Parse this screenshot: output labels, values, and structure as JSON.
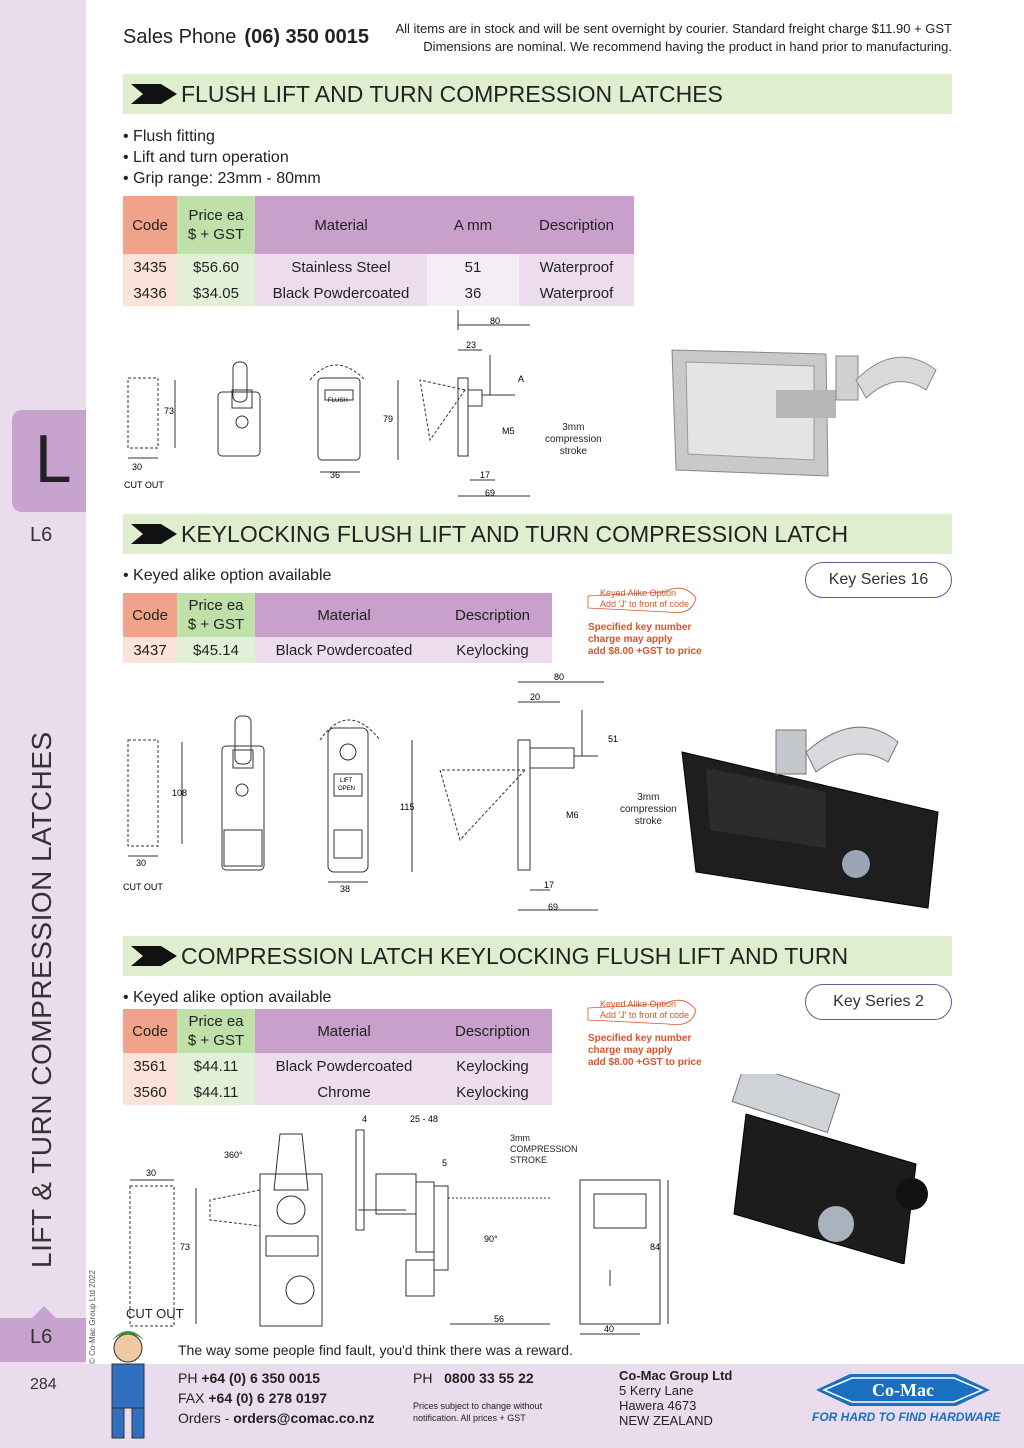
{
  "header": {
    "sales_label": "Sales Phone",
    "sales_phone": "(06) 350 0015",
    "note_line1": "All items are in stock and will be sent overnight by courier. Standard freight charge $11.90 + GST",
    "note_line2": "Dimensions are nominal. We recommend having the product in hand prior to manufacturing."
  },
  "sidebar": {
    "tab_letter": "L",
    "code_top": "L6",
    "vertical_title": "LIFT & TURN COMPRESSION LATCHES",
    "code_bottom": "L6",
    "page_number": "284",
    "copyright": "© Co-Mac Group Ltd 2022"
  },
  "section1": {
    "title": "FLUSH LIFT AND TURN COMPRESSION LATCHES",
    "bullets": [
      "Flush fitting",
      "Lift and turn operation",
      "Grip range: 23mm - 80mm"
    ],
    "table": {
      "headers": [
        "Code",
        "Price ea $ + GST",
        "Material",
        "A mm",
        "Description"
      ],
      "rows": [
        [
          "3435",
          "$56.60",
          "Stainless Steel",
          "51",
          "Waterproof"
        ],
        [
          "3436",
          "$34.05",
          "Black Powdercoated",
          "36",
          "Waterproof"
        ]
      ]
    },
    "drawing": {
      "cutout_label": "CUT OUT",
      "dims": [
        "30",
        "73",
        "36",
        "79",
        "80",
        "23",
        "A",
        "M5",
        "17",
        "69"
      ],
      "stroke_note": [
        "3mm",
        "compression",
        "stroke"
      ],
      "flush_text": "FLUSH"
    }
  },
  "section2": {
    "title": "KEYLOCKING FLUSH LIFT AND TURN COMPRESSION LATCH",
    "bullets": [
      "Keyed alike option available"
    ],
    "key_series": "Key Series 16",
    "key_option": [
      "Keyed Alike Option",
      "Add 'J' to front of code"
    ],
    "key_note": [
      "Specified key number",
      "charge may apply",
      "add $8.00 +GST to price"
    ],
    "table": {
      "headers": [
        "Code",
        "Price ea $ + GST",
        "Material",
        "Description"
      ],
      "rows": [
        [
          "3437",
          "$45.14",
          "Black Powdercoated",
          "Keylocking"
        ]
      ]
    },
    "drawing": {
      "cutout_label": "CUT OUT",
      "dims": [
        "30",
        "108",
        "38",
        "115",
        "80",
        "20",
        "51",
        "M6",
        "17",
        "69"
      ],
      "stroke_note": [
        "3mm",
        "compression",
        "stroke"
      ],
      "lift_text": "LIFT",
      "open_text": "OPEN"
    }
  },
  "section3": {
    "title": "COMPRESSION LATCH KEYLOCKING FLUSH LIFT AND TURN",
    "bullets": [
      "Keyed alike option available"
    ],
    "key_series": "Key Series 2",
    "key_option": [
      "Keyed Alike Option",
      "Add 'J' to front of code"
    ],
    "key_note": [
      "Specified key number",
      "charge may apply",
      "add $8.00 +GST to price"
    ],
    "table": {
      "headers": [
        "Code",
        "Price ea $ + GST",
        "Material",
        "Description"
      ],
      "rows": [
        [
          "3561",
          "$44.11",
          "Black Powdercoated",
          "Keylocking"
        ],
        [
          "3560",
          "$44.11",
          "Chrome",
          "Keylocking"
        ]
      ]
    },
    "drawing": {
      "cutout_label": "CUT OUT",
      "dims": [
        "30",
        "73",
        "360°",
        "4",
        "25 - 48",
        "5",
        "90°",
        "56",
        "84",
        "40"
      ],
      "stroke_note": [
        "3mm",
        "COMPRESSION",
        "STROKE"
      ]
    }
  },
  "footer": {
    "quote": "The way some people find fault, you'd think there was a reward.",
    "ph_label": "PH",
    "ph": "+64 (0) 6 350 0015",
    "fax_label": "FAX",
    "fax": "+64 (0) 6 278 0197",
    "orders_label": "Orders -",
    "orders": "orders@comac.co.nz",
    "ph2_label": "PH",
    "ph2": "0800 33 55 22",
    "prices_note1": "Prices subject to change without",
    "prices_note2": "notification. All prices + GST",
    "company": "Co-Mac Group Ltd",
    "addr1": "5 Kerry Lane",
    "addr2": "Hawera 4673",
    "addr3": "NEW ZEALAND",
    "logo_text": "Co-Mac",
    "tagline": "FOR HARD TO FIND HARDWARE"
  },
  "colors": {
    "code_header": "#f0a38a",
    "price_header": "#bfe0a8",
    "material_header": "#c99fcc",
    "section_bar": "#dfeecf",
    "sidebar": "#e9dcec",
    "key_note": "#d9532b",
    "logo_blue": "#1a6fc0"
  }
}
